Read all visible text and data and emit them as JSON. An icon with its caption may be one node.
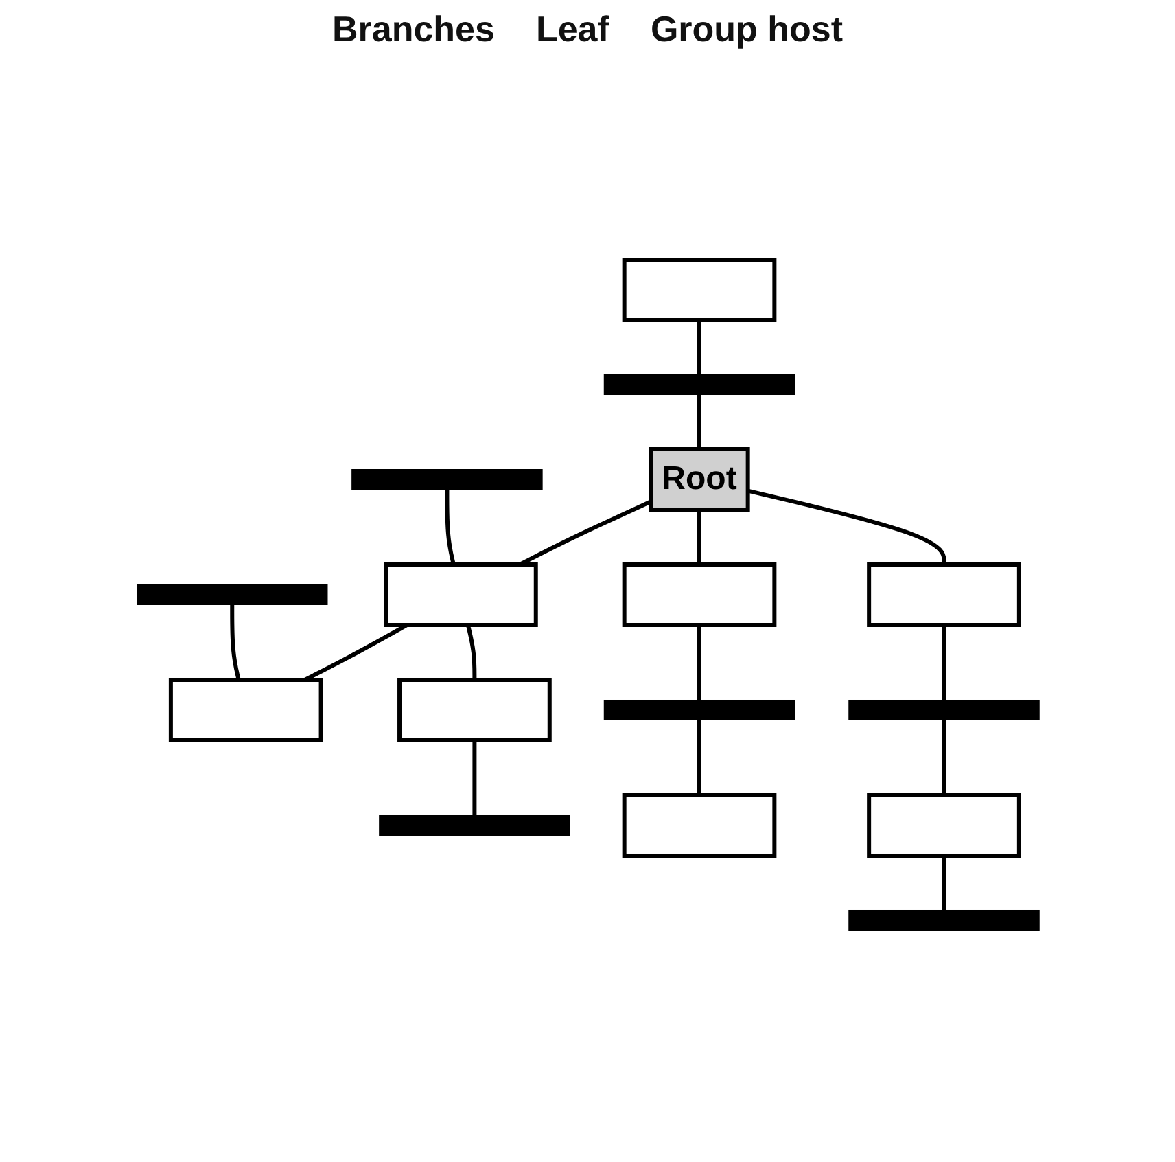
{
  "diagram": {
    "nodes": [
      {
        "text": [],
        "shape": "box"
      },
      {
        "text": [],
        "shape": "bar"
      },
      {
        "text": [],
        "shape": "bar"
      },
      {
        "text": [],
        "shape": "bar"
      },
      {
        "text": [
          "Root"
        ]
      },
      {
        "text": [],
        "shape": "box"
      },
      {
        "text": [],
        "shape": "box"
      },
      {
        "text": [],
        "shape": "box"
      },
      {
        "text": [],
        "shape": "box"
      },
      {
        "text": [],
        "shape": "box"
      },
      {
        "text": [],
        "shape": "bar"
      },
      {
        "text": [],
        "shape": "bar"
      },
      {
        "text": [],
        "shape": "bar"
      },
      {
        "text": [],
        "shape": "box"
      },
      {
        "text": [],
        "shape": "box"
      },
      {
        "text": [],
        "shape": "bar"
      }
    ],
    "edges": [
      {
        "from": 0,
        "to": 1,
        "arrow": "none"
      },
      {
        "from": 1,
        "to": 4,
        "arrow": "none"
      },
      {
        "from": 2,
        "to": 5,
        "arrow": "none"
      },
      {
        "from": 3,
        "to": 6,
        "arrow": "none"
      },
      {
        "from": 4,
        "to": 5,
        "arrow": "none"
      },
      {
        "from": 5,
        "to": 6,
        "arrow": "none"
      },
      {
        "from": 4,
        "to": 7,
        "arrow": "none"
      },
      {
        "from": 4,
        "to": 8,
        "arrow": "none"
      },
      {
        "from": 5,
        "to": 9,
        "arrow": "none"
      },
      {
        "from": 7,
        "to": 10,
        "arrow": "none"
      },
      {
        "from": 10,
        "to": 13,
        "arrow": "none"
      },
      {
        "from": 8,
        "to": 11,
        "arrow": "none"
      },
      {
        "from": 11,
        "to": 14,
        "arrow": "none"
      },
      {
        "from": 9,
        "to": 12,
        "arrow": "none"
      },
      {
        "from": 14,
        "to": 15,
        "arrow": "none"
      }
    ],
    "labels": [
      "Branches",
      "Leaf",
      "Group host"
    ]
  }
}
